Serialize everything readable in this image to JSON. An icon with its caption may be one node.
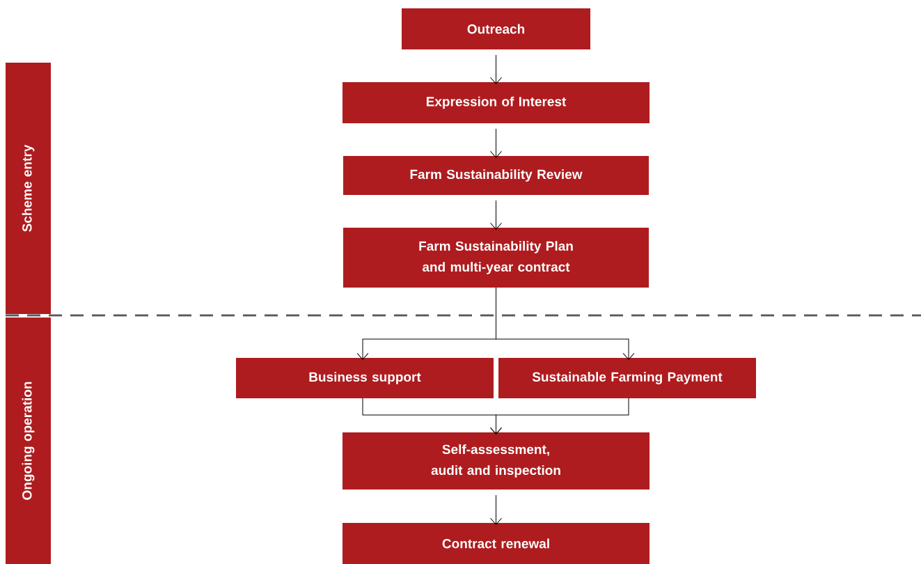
{
  "diagram": {
    "nodes": [
      {
        "text": [
          "Outreach"
        ]
      },
      {
        "text": [
          "Expression of Interest"
        ]
      },
      {
        "text": [
          "Farm Sustainability Review"
        ]
      },
      {
        "text": [
          "Farm Sustainability Plan and multi-year contract"
        ]
      },
      {
        "text": [
          "Business support"
        ]
      },
      {
        "text": [
          "Sustainable Farming Payment"
        ]
      },
      {
        "text": [
          "Self-assessment, audit and inspection"
        ]
      },
      {
        "text": [
          "Contract renewal"
        ]
      },
      {
        "text": [
          "Scheme entry"
        ]
      },
      {
        "text": [
          "Ongoing operation"
        ]
      }
    ],
    "edges": [
      {
        "from": 0,
        "to": 1,
        "arrow": "to"
      },
      {
        "from": 1,
        "to": 2,
        "arrow": "to"
      },
      {
        "from": 2,
        "to": 3,
        "arrow": "to"
      },
      {
        "from": 3,
        "to": 4,
        "arrow": "to"
      },
      {
        "from": 3,
        "to": 5,
        "arrow": "to"
      },
      {
        "from": 4,
        "to": 6,
        "arrow": "to"
      },
      {
        "from": 5,
        "to": 6,
        "arrow": "to"
      },
      {
        "from": 6,
        "to": 7,
        "arrow": "to"
      }
    ]
  }
}
